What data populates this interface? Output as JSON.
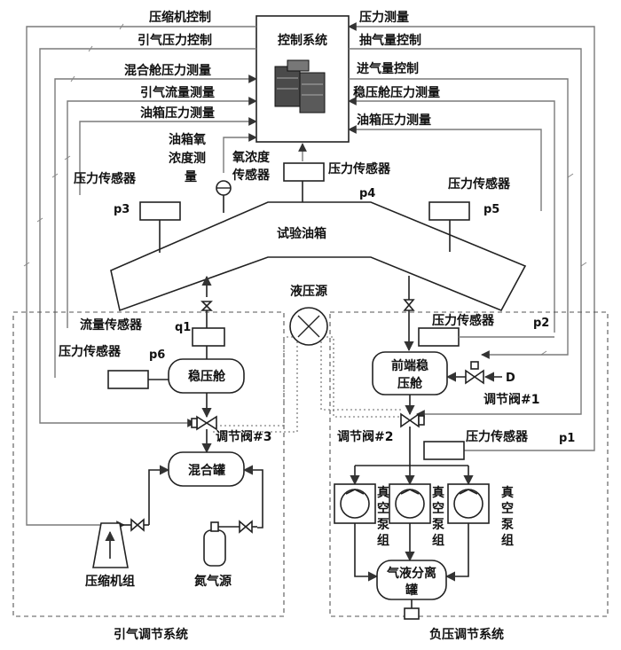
{
  "control_system": "控制系统",
  "signals": {
    "compressor_control": "压缩机控制",
    "bleed_pressure_control": "引气压力控制",
    "mix_chamber_pressure": "混合舱压力测量",
    "bleed_flow_measure": "引气流量测量",
    "tank_pressure_left": "油箱压力测量",
    "pressure_measure": "压力测量",
    "extraction_control": "抽气量控制",
    "intake_control": "进气量控制",
    "stable_chamber_pressure": "稳压舱压力测量",
    "tank_pressure_right": "油箱压力测量"
  },
  "oxygen_measure": {
    "line1": "油箱氧",
    "line2": "浓度测",
    "line3": "量"
  },
  "oxygen_sensor": {
    "line1": "氧浓度",
    "line2": "传感器"
  },
  "sensors": {
    "p3": {
      "label": "压力传感器",
      "sub": "p3"
    },
    "p4": {
      "label": "压力传感器",
      "sub": "p4"
    },
    "p5": {
      "label": "压力传感器",
      "sub": "p5"
    },
    "p6": {
      "label": "压力传感器",
      "sub": "p6"
    },
    "p2": {
      "label": "压力传感器",
      "sub": "p2"
    },
    "p1": {
      "label": "压力传感器",
      "sub": "p1"
    },
    "q1": {
      "label": "流量传感器",
      "sub": "q1"
    }
  },
  "test_tank": "试验油箱",
  "hydraulic_source": "液压源",
  "stable_chamber": "稳压舱",
  "front_chamber": {
    "line1": "前端稳",
    "line2": "压舱"
  },
  "valves": {
    "v1": "调节阀#1",
    "v2": "调节阀#2",
    "v3": "调节阀#3"
  },
  "d_label": "D",
  "mixing_tank": "混合罐",
  "vacuum_pump": {
    "c1": "真",
    "c2": "空",
    "c3": "泵",
    "c4": "组"
  },
  "separator": {
    "line1": "气液分离",
    "line2": "罐"
  },
  "compressor_unit": "压缩机组",
  "nitrogen_source": "氮气源",
  "bleed_system": "引气调节系统",
  "negative_system": "负压调节系统"
}
